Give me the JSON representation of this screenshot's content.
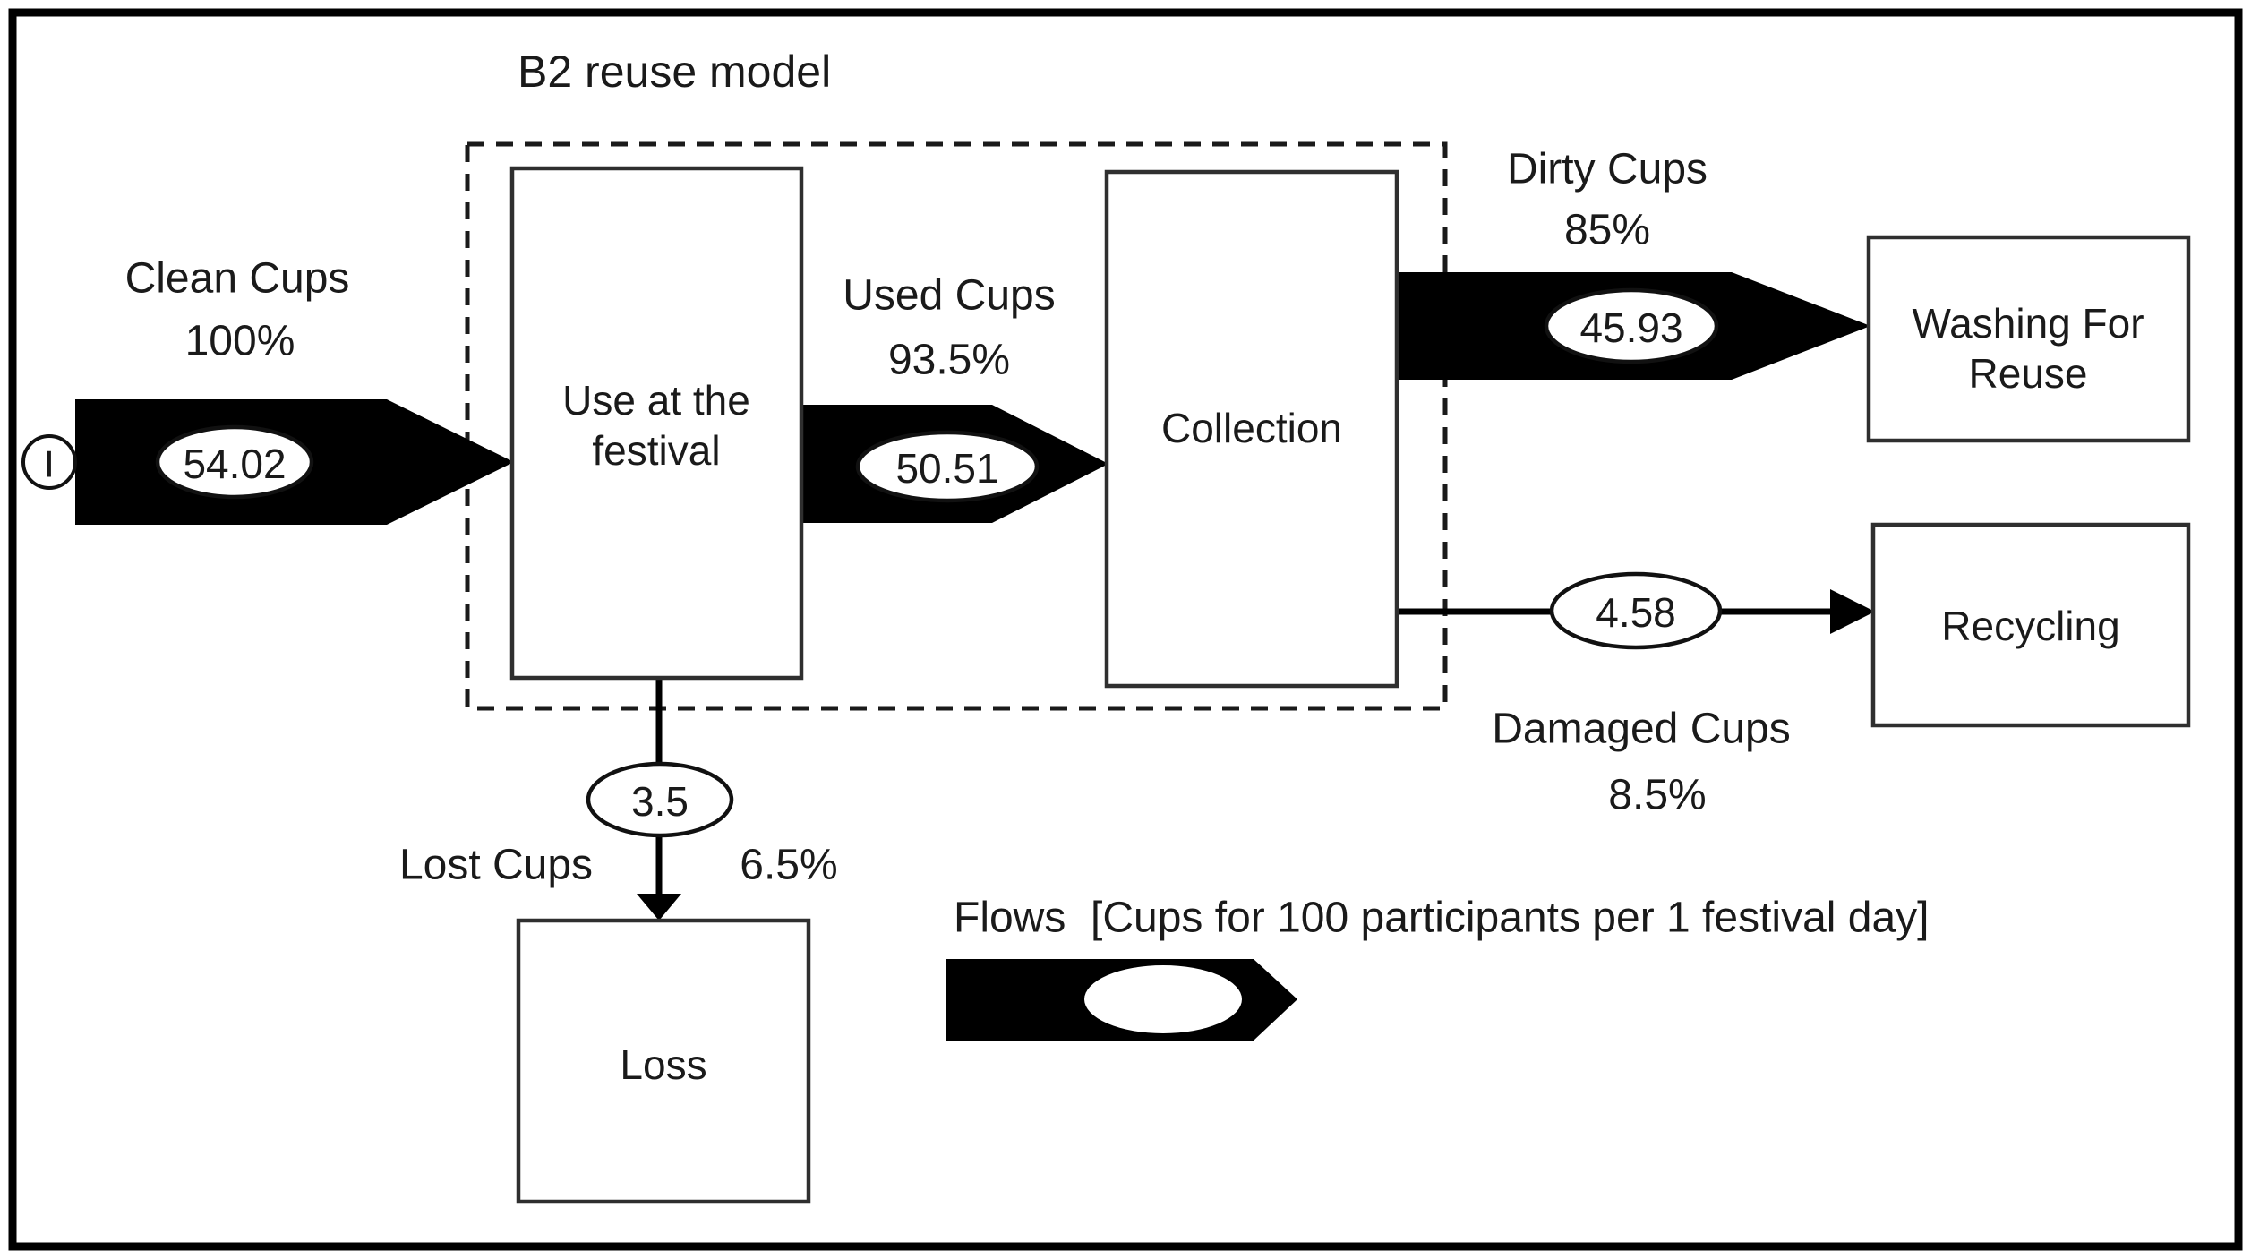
{
  "figure": {
    "boundary_label": "B2 reuse model",
    "input_symbol": "I",
    "nodes": {
      "use": {
        "line1": "Use at the",
        "line2": "festival"
      },
      "collection": {
        "label": "Collection"
      },
      "washing": {
        "line1": "Washing For",
        "line2": "Reuse"
      },
      "recycling": {
        "label": "Recycling"
      },
      "loss": {
        "label": "Loss"
      }
    },
    "flows": {
      "clean": {
        "name": "Clean Cups",
        "percent": "100%",
        "value": "54.02"
      },
      "used": {
        "name": "Used Cups",
        "percent": "93.5%",
        "value": "50.51"
      },
      "dirty": {
        "name": "Dirty Cups",
        "percent": "85%",
        "value": "45.93"
      },
      "damaged": {
        "name": "Damaged Cups",
        "percent": "8.5%",
        "value": "4.58"
      },
      "lost": {
        "name": "Lost Cups",
        "percent": "6.5%",
        "value": "3.5"
      }
    },
    "legend": {
      "title": "Flows",
      "units": "[Cups for 100 participants per 1 festival day]"
    },
    "colors": {
      "flow_fill": "#000000",
      "box_stroke": "#2f2f2f",
      "text": "#1a1a1a",
      "background": "#ffffff"
    }
  }
}
